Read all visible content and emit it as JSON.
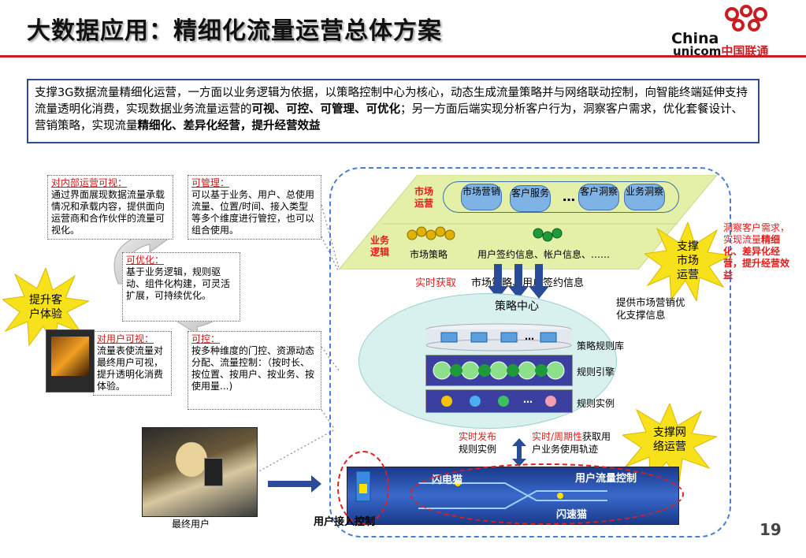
{
  "header": {
    "title": "大数据应用：精细化流量运营总体方案",
    "logo_en_top": "China",
    "logo_en_bottom": "unicom",
    "logo_cn": "中国联通"
  },
  "intro": {
    "part1": "支撑3G数据流量精细化运营，一方面以业务逻辑为依据，以策略控制中心为核心，动态生成流量策略并与网络联动控制，向智能终端延伸支持流量透明化消费，实现数据业务流量运营的",
    "bold1": "可视、可控、可管理、可优化",
    "part2": "；另一方面后端实现分析客户行为，洞察客户需求，优化套餐设计、营销策略，实现流量",
    "bold2": "精细化、差异化经营，提升经营效益"
  },
  "notes": {
    "internal_visible_head": "对内部运营可视：",
    "internal_visible_body": "通过界面展现数据流量承载情况和承载内容，提供面向运营商和合作伙伴的流量可视化。",
    "manageable_head": "可管理：",
    "manageable_body": "可以基于业务、用户、总使用流量、位置/时间、接入类型等多个维度进行管控，也可以组合使用。",
    "optimizable_head": "可优化：",
    "optimizable_body": "基于业务逻辑，规则驱动、组件化构建，可灵活扩展，可持续优化。",
    "user_visible_head": "对用户可视：",
    "user_visible_body": "流量表使流量对最终用户可视，提升透明化消费体验。",
    "controllable_head": "可控：",
    "controllable_body": "按多种维度的门控、资源动态分配、流量控制：（按时长、按位置、按用户、按业务、按使用量...)"
  },
  "bursts": {
    "left": "提升客户体验",
    "right_top": "支撑市场运营",
    "right_bottom": "支撑网络运营"
  },
  "market": {
    "layer_label": "市场运营",
    "items": [
      "市场营销",
      "客户服务",
      "…",
      "客户洞察",
      "业务洞察"
    ],
    "logic_label": "业务逻辑",
    "logic_items": [
      "市场策略",
      "用户签约信息、帐户信息、……"
    ]
  },
  "flow": {
    "realtime_get": "实时获取",
    "market_info": "市场策略、用户签约信息",
    "policy_center": "策略中心",
    "provide_info": "提供市场营销优化支撑信息",
    "insight_red": "洞察客户需求，实现流量",
    "insight_bold": "精细化、差异化经营，提升经营效益",
    "rules_db": "策略规则库",
    "rules_engine": "规则引擎",
    "rules_instance": "规则实例",
    "dots": "…",
    "realtime_publish": "实时发布",
    "rules_instance2": "规则实例",
    "realtime_period": "实时/周期性",
    "fetch_track_1": "获取用",
    "fetch_track_2": "户业务使用轨迹"
  },
  "network": {
    "flash_cat": "闪电猫",
    "flow_control": "用户流量控制",
    "speed_cat": "闪速猫",
    "access_control": "用户接入控制",
    "end_user": "最终用户"
  },
  "page_number": "19",
  "colors": {
    "accent_red": "#c81e23",
    "intro_border": "#2f4d8e",
    "dashed_blue": "#4a7fd0",
    "oval_fill": "#d8f1ee",
    "burst_yellow": "#f7e11a",
    "market_green": "#e4f0a8"
  }
}
